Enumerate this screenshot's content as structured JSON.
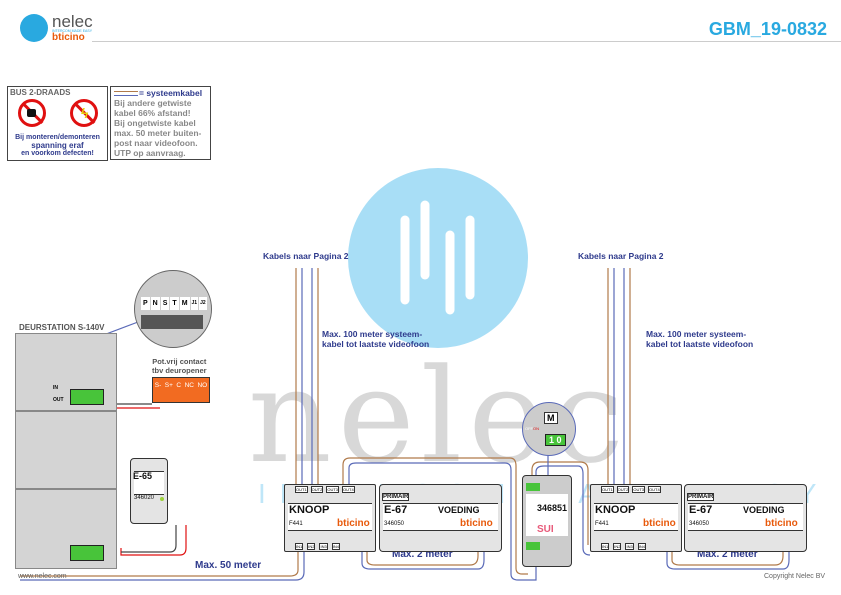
{
  "header": {
    "brand": "nelec",
    "brand_tagline": "INTERCOM MADE EASY",
    "partner_brand": "bticino",
    "document_code": "GBM_19-0832"
  },
  "warning_box": {
    "title": "BUS 2-DRAADS",
    "line1": "Bij monteren/demonteren",
    "line2": "spanning eraf",
    "line3": "en voorkom defecten!"
  },
  "cable_note": {
    "legend": "= systeemkabel",
    "lines": [
      "Bij andere getwiste",
      "kabel 66% afstand!",
      "Bij ongetwiste kabel",
      "max. 50 meter buiten-",
      "post naar videofoon.",
      "UTP op aanvraag."
    ]
  },
  "door_station": {
    "title": "DEURSTATION S-140V",
    "terminals": [
      "P",
      "N",
      "S",
      "T",
      "M",
      "J1",
      "J2"
    ],
    "in_label": "IN",
    "out_label": "OUT"
  },
  "contact": {
    "line1": "Pot.vrij contact",
    "line2": "tbv deuropener",
    "terminals": [
      "S-",
      "S+",
      "C",
      "NC",
      "NO"
    ]
  },
  "e65": {
    "name": "E-65",
    "code": "346020"
  },
  "groups": [
    {
      "cables_label": "Kabels naar Pagina 2",
      "max_line1": "Max. 100 meter systeem-",
      "max_line2": "kabel tot laatste videofoon",
      "knoop": {
        "name": "KNOOP",
        "code": "F441",
        "outputs": [
          "OUT1",
          "OUT2",
          "OUT3",
          "OUT4"
        ],
        "inputs": [
          "IN1",
          "IN2",
          "IN3",
          "IN4"
        ]
      },
      "voeding": {
        "name": "E-67",
        "label": "VOEDING",
        "code": "346050",
        "primair": "PRIMAIR"
      },
      "distance": "Max. 2 meter"
    },
    {
      "cables_label": "Kabels naar Pagina 2",
      "max_line1": "Max. 100 meter systeem-",
      "max_line2": "kabel tot laatste videofoon",
      "knoop": {
        "name": "KNOOP",
        "code": "F441",
        "outputs": [
          "OUT1",
          "OUT2",
          "OUT3",
          "OUT4"
        ],
        "inputs": [
          "IN1",
          "IN2",
          "IN3",
          "IN4"
        ]
      },
      "voeding": {
        "name": "E-67",
        "label": "VOEDING",
        "code": "346050",
        "primair": "PRIMAIR"
      },
      "distance": "Max. 2 meter"
    }
  ],
  "sui": {
    "code": "346851",
    "name": "SUI",
    "switch_off": "OFF",
    "switch_on": "ON",
    "dip": "M",
    "setting": "1 0"
  },
  "bus_distance": "Max. 50 meter",
  "watermark": {
    "big": "nelec",
    "tagline": "INTERCOM MADE EASY"
  },
  "footer": {
    "website": "www.nelec.com",
    "copyright": "Copyright Nelec BV"
  },
  "colors": {
    "accent": "#29a9e0",
    "label": "#2e3a8c",
    "cable_brown": "#b07a4a",
    "cable_blue": "#5a6ab8",
    "orange": "#f26b21"
  }
}
